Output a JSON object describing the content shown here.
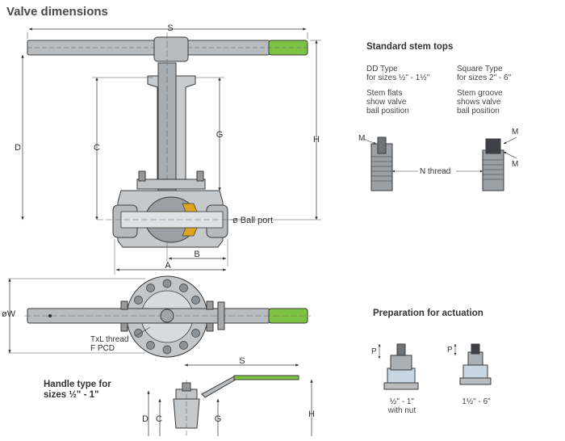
{
  "page": {
    "title": "Valve dimensions"
  },
  "main_view": {
    "dims": {
      "S": "S",
      "D": "D",
      "C": "C",
      "G": "G",
      "H": "H",
      "B": "B",
      "A": "A"
    },
    "ball_port_label": "ø Ball port"
  },
  "plan_view": {
    "dim_W": "øW",
    "thread_label": "TxL thread",
    "pcd_label": "F PCD"
  },
  "small_handle": {
    "heading": "Handle type for\nsizes ½\" - 1\"",
    "dims": {
      "S": "S",
      "D": "D",
      "C": "C",
      "G": "G",
      "H": "H"
    }
  },
  "stem_tops": {
    "heading": "Standard stem tops",
    "dd_type": {
      "title": "DD Type\nfor sizes ½\" - 1½\"",
      "note": "Stem flats\nshow valve\nball position"
    },
    "square_type": {
      "title": "Square Type\nfor sizes 2\" - 6\"",
      "note": "Stem groove\nshows valve\nball position"
    },
    "m_label": "M",
    "n_thread": "N thread"
  },
  "actuation": {
    "heading": "Preparation for actuation",
    "p_label": "P",
    "left_caption": "½\" - 1\"\nwith nut",
    "right_caption": "1½\" - 6\""
  },
  "colors": {
    "handle_grip": "#7dc242",
    "metal": "#b8bcbf",
    "metal_dark": "#8c9196",
    "outline": "#3a3a3a",
    "seat": "#e0a020"
  }
}
